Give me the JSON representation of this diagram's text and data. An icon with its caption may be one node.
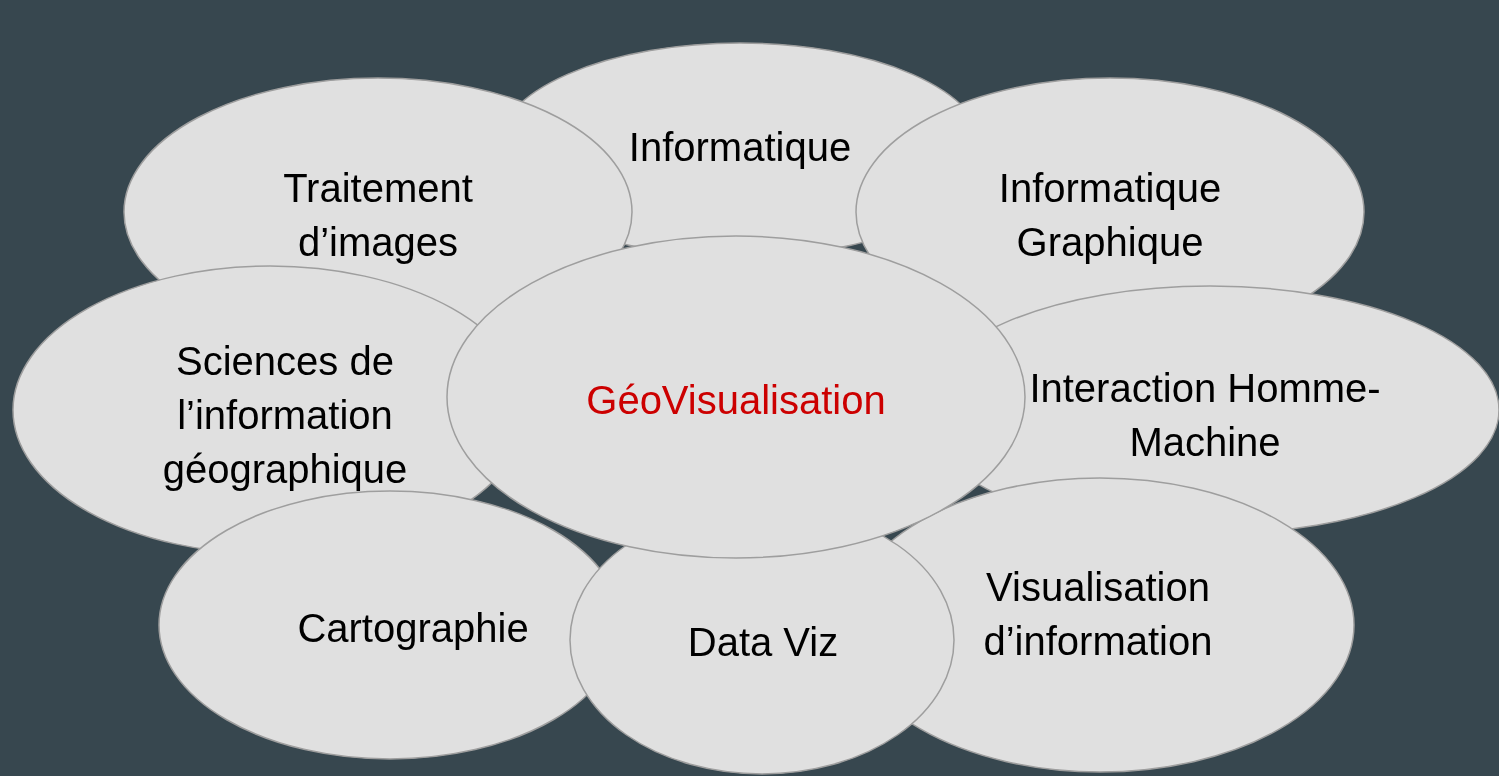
{
  "diagram": {
    "nodes": [
      {
        "text": [
          "Informatique"
        ]
      },
      {
        "text": [
          "Traitement d’images"
        ]
      },
      {
        "text": [
          "Informatique Graphique"
        ]
      },
      {
        "text": [
          "Sciences de l’information géographique"
        ]
      },
      {
        "text": [
          "GéoVisualisation"
        ]
      },
      {
        "text": [
          "Interaction Homme-Machine"
        ]
      },
      {
        "text": [
          "Cartographie"
        ]
      },
      {
        "text": [
          "Data Viz"
        ]
      },
      {
        "text": [
          "Visualisation d’information"
        ]
      }
    ]
  }
}
